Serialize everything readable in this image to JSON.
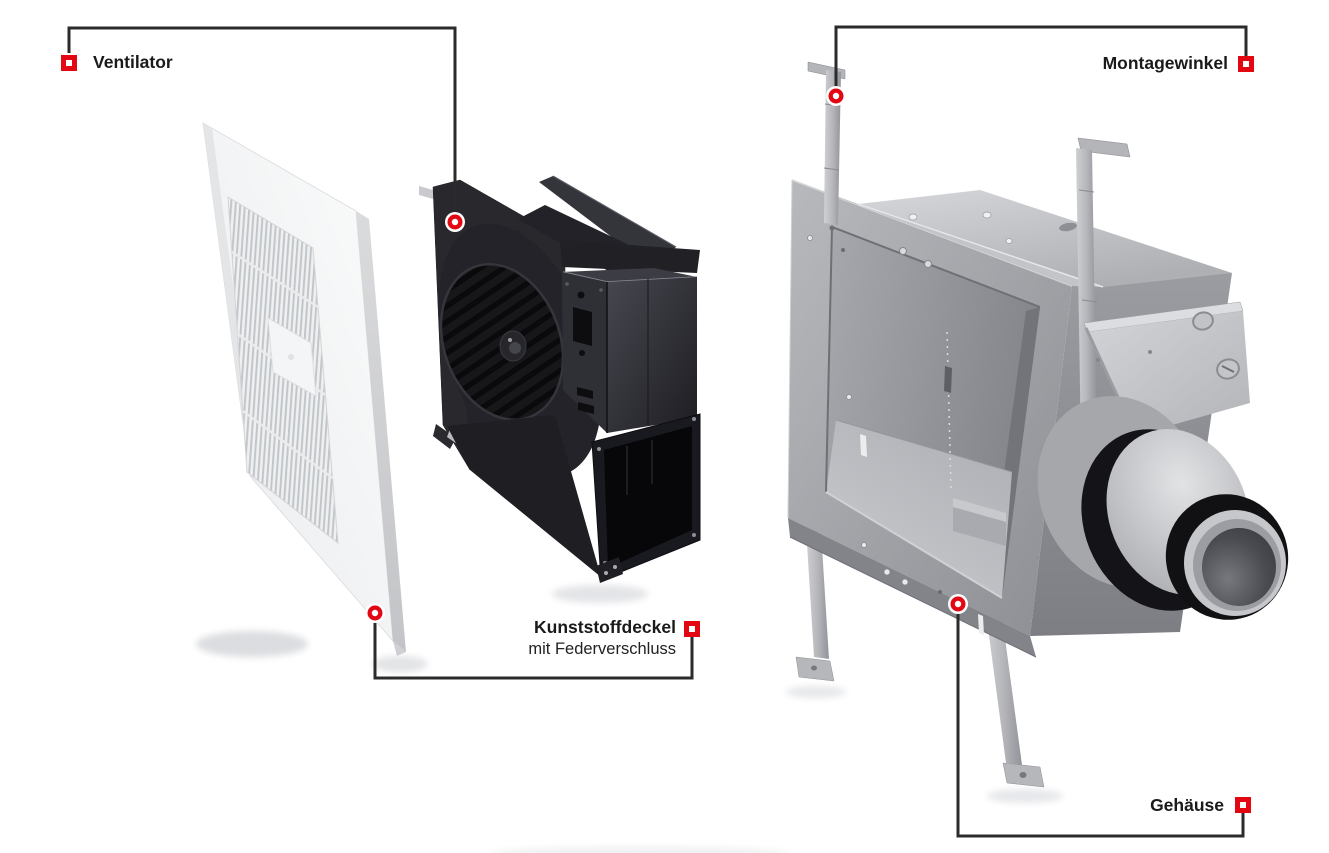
{
  "diagram": {
    "callouts": {
      "ventilator": {
        "label": "Ventilator"
      },
      "montagewinkel": {
        "label": "Montagewinkel"
      },
      "kunststoffdeckel": {
        "label": "Kunststoffdeckel",
        "sublabel": "mit Federverschluss"
      },
      "gehaeuse": {
        "label": "Gehäuse"
      }
    }
  },
  "colors": {
    "accent_red": "#e30613",
    "leader_line": "#2b2b2b",
    "label_text": "#1a1a1a",
    "background": "#ffffff",
    "fan_dark": "#232329",
    "metal_light": "#c9cacd",
    "metal_mid": "#9a9b9f"
  }
}
